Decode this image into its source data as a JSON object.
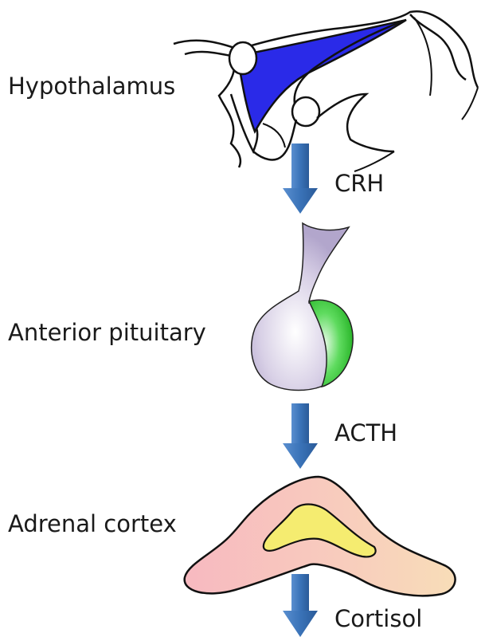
{
  "diagram": {
    "organs": {
      "hypothalamus": "Hypothalamus",
      "pituitary": "Anterior pituitary",
      "adrenal": "Adrenal cortex"
    },
    "hormones": {
      "crh": "CRH",
      "acth": "ACTH",
      "cortisol": "Cortisol"
    },
    "colors": {
      "arrow": "#3a73b8",
      "hypothalamus_fill": "#2a2ae8",
      "pituitary_fill": "#c8bedc",
      "pituitary_lobe": "#3fcc3f",
      "adrenal_fill": "#f7c4c4",
      "adrenal_medulla": "#f5ec70"
    }
  }
}
